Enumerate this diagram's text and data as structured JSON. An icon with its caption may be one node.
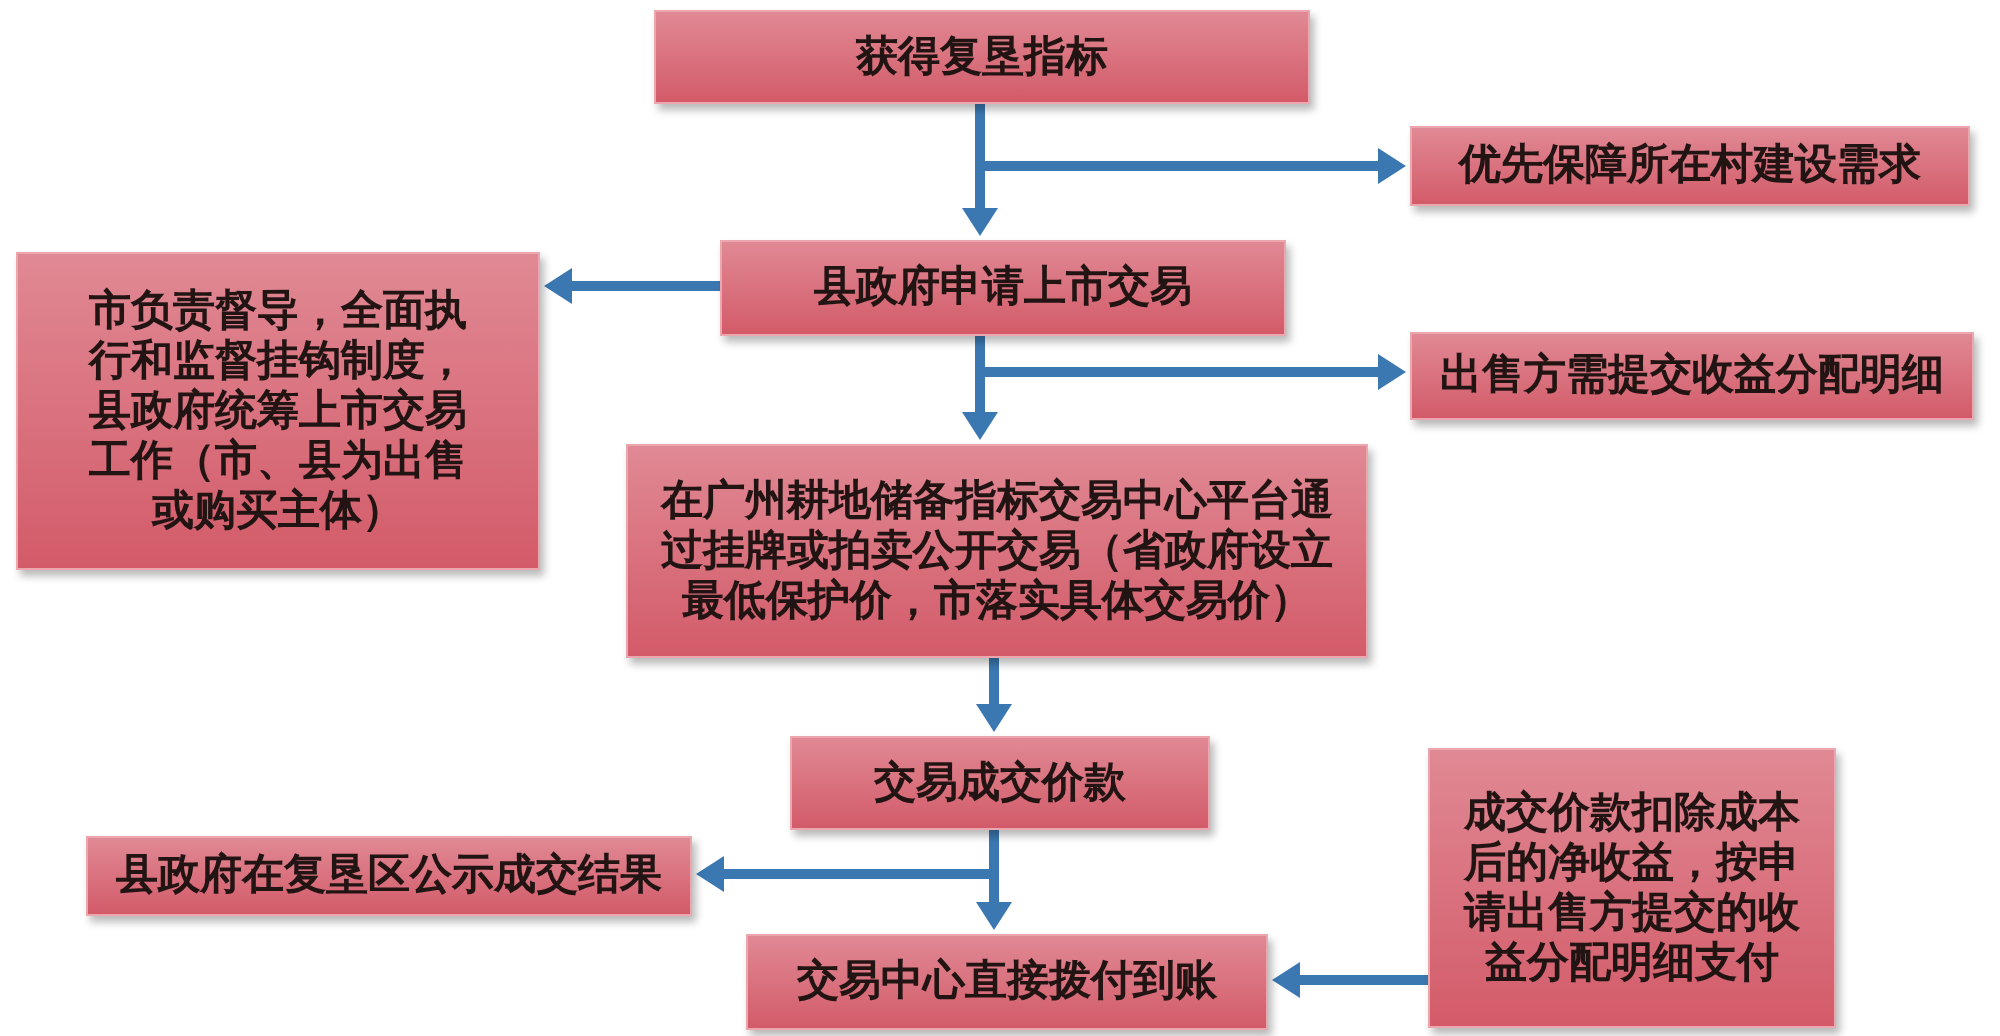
{
  "diagram": {
    "nodes": [
      {
        "text": [
          "获得复垦指标"
        ]
      },
      {
        "text": [
          "优先保障所在村建设需求"
        ]
      },
      {
        "text": [
          "县政府申请上市交易"
        ]
      },
      {
        "text": [
          "市负责督导，全面执行和监督挂钩制度，县政府统筹上市交易工作（市、县为出售或购买主体）"
        ]
      },
      {
        "text": [
          "出售方需提交收益分配明细"
        ]
      },
      {
        "text": [
          "在广州耕地储备指标交易中心平台通过挂牌或拍卖公开交易（省政府设立最低保护价，市落实具体交易价）"
        ]
      },
      {
        "text": [
          "交易成交价款"
        ]
      },
      {
        "text": [
          "成交价款扣除成本后的净收益，按申请出售方提交的收益分配明细支付"
        ]
      },
      {
        "text": [
          "县政府在复垦区公示成交结果"
        ]
      },
      {
        "text": [
          "交易中心直接拨付到账"
        ]
      }
    ],
    "edges": [
      {
        "from": 0,
        "to": 2,
        "arrow": "to"
      },
      {
        "from": 0,
        "to": 1,
        "arrow": "to"
      },
      {
        "from": 2,
        "to": 3,
        "arrow": "to"
      },
      {
        "from": 2,
        "to": 5,
        "arrow": "to"
      },
      {
        "from": 2,
        "to": 4,
        "arrow": "to"
      },
      {
        "from": 5,
        "to": 6,
        "arrow": "to"
      },
      {
        "from": 6,
        "to": 8,
        "arrow": "to"
      },
      {
        "from": 6,
        "to": 9,
        "arrow": "to"
      },
      {
        "from": 7,
        "to": 9,
        "arrow": "to"
      }
    ]
  }
}
